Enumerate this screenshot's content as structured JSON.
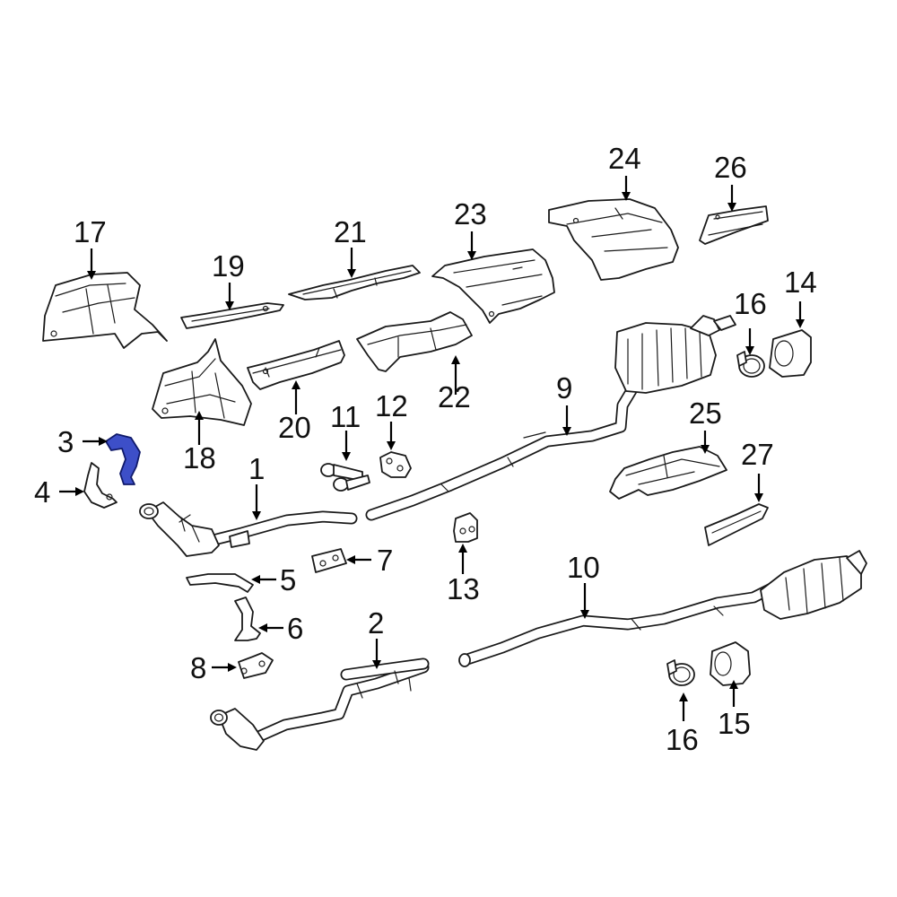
{
  "highlight_color": "#3d4fc8",
  "callouts": [
    {
      "id": "1",
      "label": "1"
    },
    {
      "id": "2",
      "label": "2"
    },
    {
      "id": "3",
      "label": "3"
    },
    {
      "id": "4",
      "label": "4"
    },
    {
      "id": "5",
      "label": "5"
    },
    {
      "id": "6",
      "label": "6"
    },
    {
      "id": "7",
      "label": "7"
    },
    {
      "id": "8",
      "label": "8"
    },
    {
      "id": "9",
      "label": "9"
    },
    {
      "id": "10",
      "label": "10"
    },
    {
      "id": "11",
      "label": "11"
    },
    {
      "id": "12",
      "label": "12"
    },
    {
      "id": "13",
      "label": "13"
    },
    {
      "id": "14",
      "label": "14"
    },
    {
      "id": "15",
      "label": "15"
    },
    {
      "id": "16a",
      "label": "16"
    },
    {
      "id": "16b",
      "label": "16"
    },
    {
      "id": "17",
      "label": "17"
    },
    {
      "id": "18",
      "label": "18"
    },
    {
      "id": "19",
      "label": "19"
    },
    {
      "id": "20",
      "label": "20"
    },
    {
      "id": "21",
      "label": "21"
    },
    {
      "id": "22",
      "label": "22"
    },
    {
      "id": "23",
      "label": "23"
    },
    {
      "id": "24",
      "label": "24"
    },
    {
      "id": "25",
      "label": "25"
    },
    {
      "id": "26",
      "label": "26"
    },
    {
      "id": "27",
      "label": "27"
    }
  ]
}
